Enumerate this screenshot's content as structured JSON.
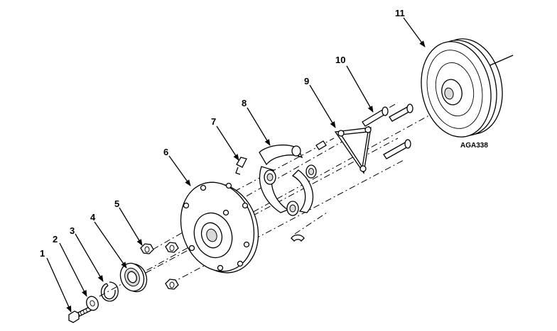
{
  "drawing_code": "AGA338",
  "callouts": [
    {
      "id": "1",
      "label": "1"
    },
    {
      "id": "2",
      "label": "2"
    },
    {
      "id": "3",
      "label": "3"
    },
    {
      "id": "4",
      "label": "4"
    },
    {
      "id": "5",
      "label": "5"
    },
    {
      "id": "6",
      "label": "6"
    },
    {
      "id": "7",
      "label": "7"
    },
    {
      "id": "8",
      "label": "8"
    },
    {
      "id": "9",
      "label": "9"
    },
    {
      "id": "10",
      "label": "10"
    },
    {
      "id": "11",
      "label": "11"
    }
  ]
}
